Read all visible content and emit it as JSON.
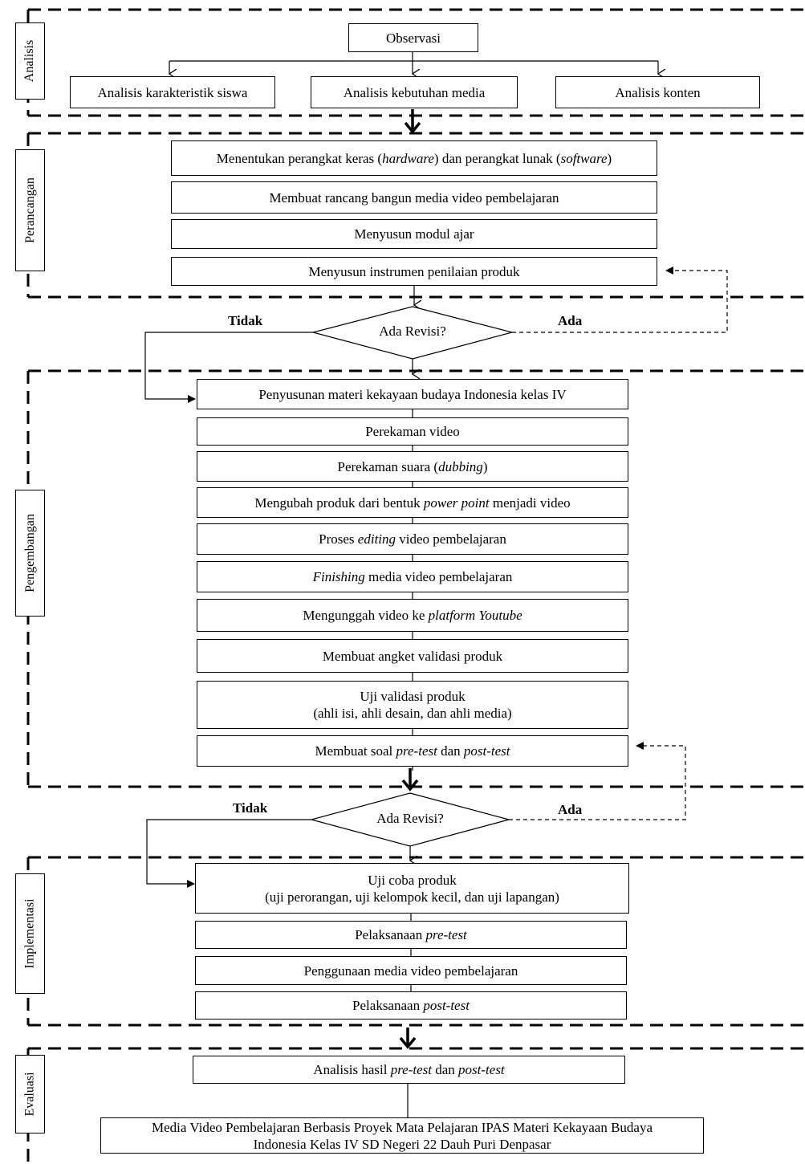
{
  "phases": {
    "analisis": "Analisis",
    "perancangan": "Perancangan",
    "pengembangan": "Pengembangan",
    "implementasi": "Implementasi",
    "evaluasi": "Evaluasi"
  },
  "analisis": {
    "observasi": "Observasi",
    "karakteristik": "Analisis karakteristik siswa",
    "kebutuhan": "Analisis kebutuhan media",
    "konten": "Analisis konten"
  },
  "perancangan": {
    "step1": {
      "a": "Menentukan perangkat keras (",
      "b": "hardware",
      "c": ") dan perangkat lunak (",
      "d": "software",
      "e": ")"
    },
    "step2": "Membuat rancang bangun media video pembelajaran",
    "step3": "Menyusun modul ajar",
    "step4": "Menyusun instrumen penilaian produk"
  },
  "decision1": {
    "text": "Ada Revisi?",
    "no": "Tidak",
    "yes": "Ada"
  },
  "pengembangan": {
    "step1": "Penyusunan materi kekayaan budaya Indonesia kelas IV",
    "step2": "Perekaman video",
    "step3": {
      "a": "Perekaman suara (",
      "b": "dubbing",
      "c": ")"
    },
    "step4": {
      "a": "Mengubah produk dari bentuk ",
      "b": "power point",
      "c": " menjadi video"
    },
    "step5": {
      "a": "Proses ",
      "b": "editing",
      "c": " video pembelajaran"
    },
    "step6": {
      "a": "Finishing",
      "b": " media video pembelajaran"
    },
    "step7": {
      "a": "Mengunggah video ke ",
      "b": "platform Youtube"
    },
    "step8": "Membuat angket validasi produk",
    "step9": {
      "line1": "Uji validasi produk",
      "line2": "(ahli isi, ahli desain, dan ahli media)"
    },
    "step10": {
      "a": "Membuat soal ",
      "b": "pre-test",
      "c": " dan ",
      "d": "post-test"
    }
  },
  "decision2": {
    "text": "Ada Revisi?",
    "no": "Tidak",
    "yes": "Ada"
  },
  "implementasi": {
    "step1": {
      "line1": "Uji coba produk",
      "line2": "(uji perorangan, uji kelompok kecil, dan uji lapangan)"
    },
    "step2": {
      "a": "Pelaksanaan ",
      "b": "pre-test"
    },
    "step3": "Penggunaan media video pembelajaran",
    "step4": {
      "a": "Pelaksanaan ",
      "b": "post-test"
    }
  },
  "evaluasi": {
    "step1": {
      "a": "Analisis hasil ",
      "b": "pre-test",
      "c": " dan ",
      "d": "post-test"
    },
    "result": {
      "line1": "Media Video Pembelajaran Berbasis Proyek Mata Pelajaran IPAS Materi Kekayaan Budaya",
      "line2": "Indonesia Kelas IV SD Negeri 22 Dauh Puri Denpasar"
    }
  },
  "colors": {
    "line": "#000000",
    "background": "#ffffff"
  }
}
